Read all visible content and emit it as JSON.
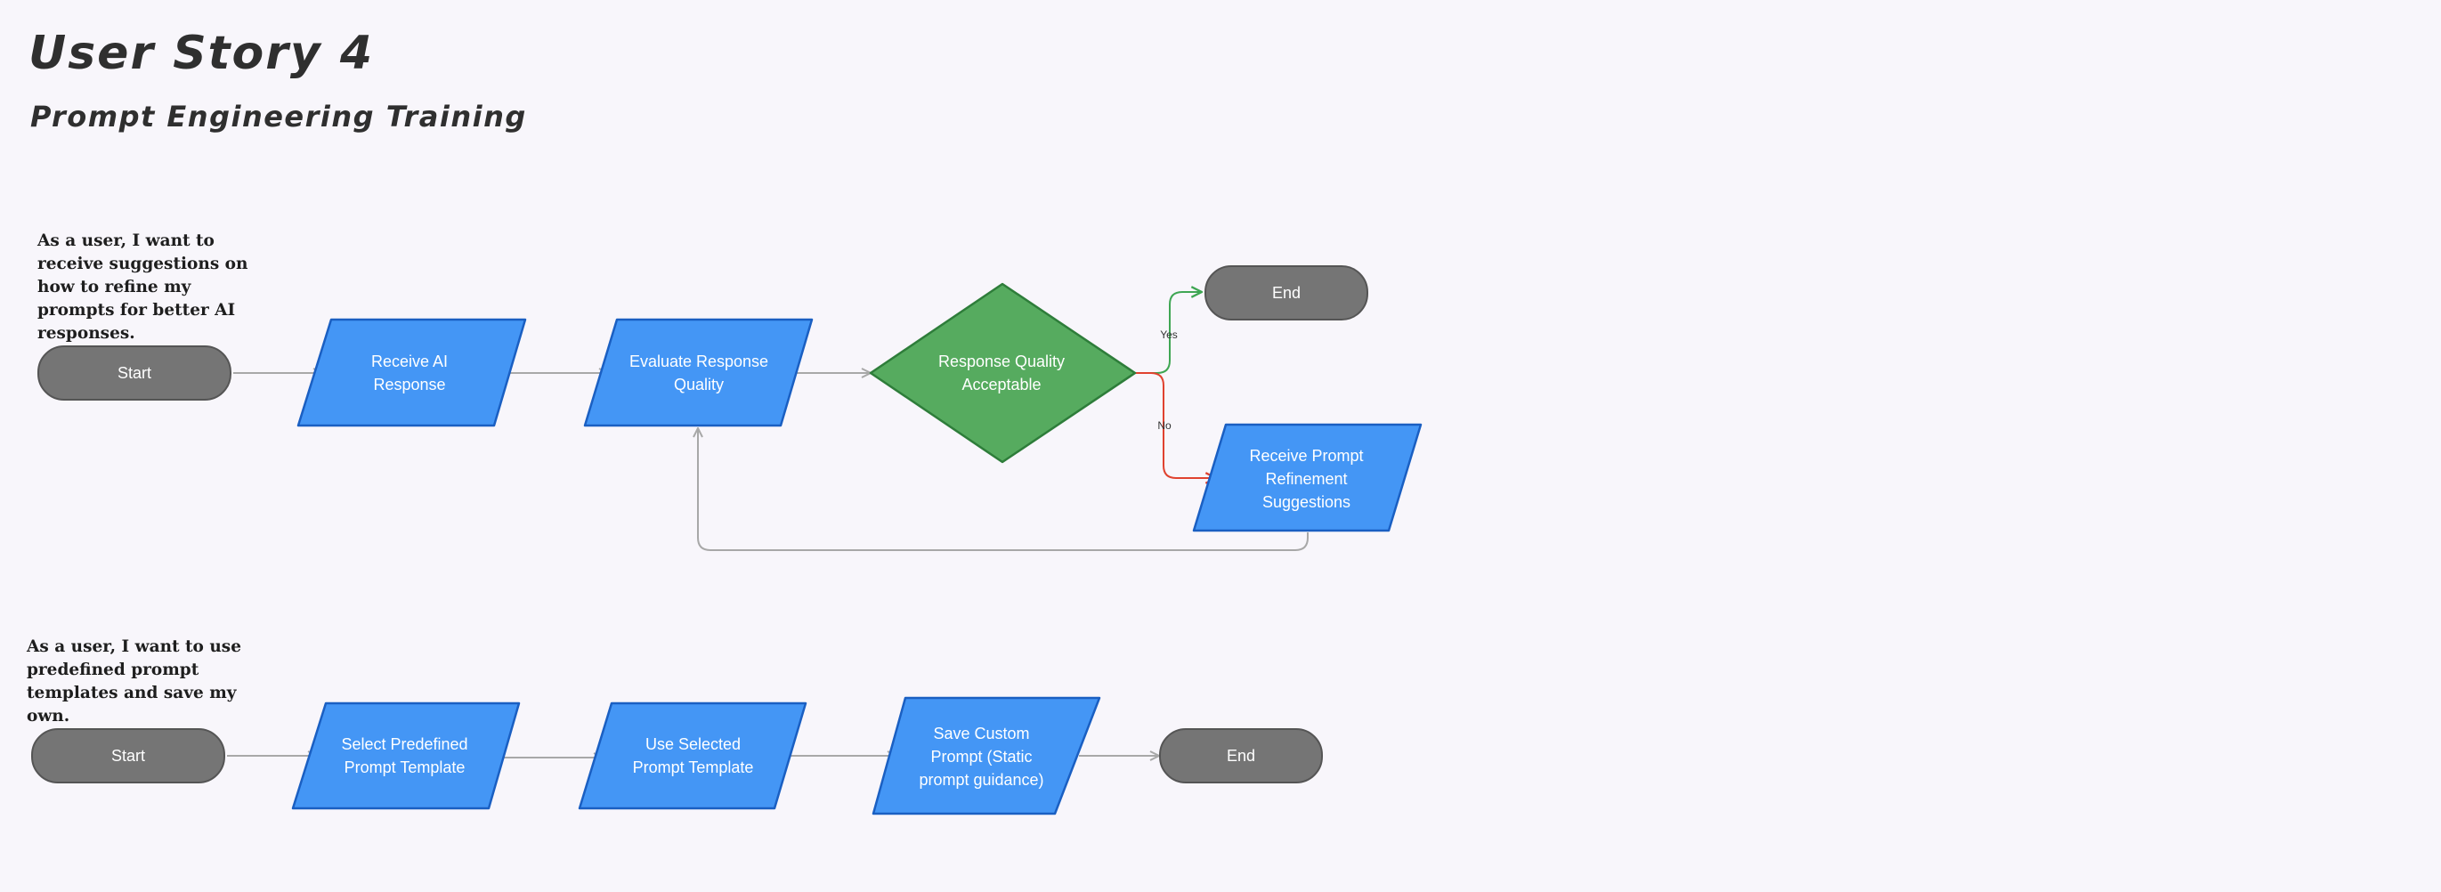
{
  "title": "User Story 4",
  "subtitle": "Prompt Engineering Training",
  "story1": {
    "text": "As a user, I want to receive suggestions on how to refine my prompts for better AI responses.",
    "start": "Start",
    "receive_ai_response": "Receive AI Response",
    "evaluate_quality": "Evaluate Response Quality",
    "decision": "Response Quality Acceptable",
    "yes_label": "Yes",
    "no_label": "No",
    "end": "End",
    "refinement": "Receive Prompt Refinement Suggestions"
  },
  "story2": {
    "text": "As a user, I want to use predefined prompt templates and save my own.",
    "start": "Start",
    "select_template": "Select Predefined Prompt Template",
    "use_template": "Use Selected Prompt Template",
    "save_custom": "Save Custom Prompt (Static prompt guidance)",
    "end": "End"
  },
  "colors": {
    "process_fill": "#4496f5",
    "process_stroke": "#1a5fc2",
    "decision_fill": "#56ab5f",
    "decision_stroke": "#2e7d3a",
    "terminal_fill": "#757575",
    "connector": "#a8a8a8",
    "yes_connector": "#3fa653",
    "no_connector": "#e0422f"
  }
}
